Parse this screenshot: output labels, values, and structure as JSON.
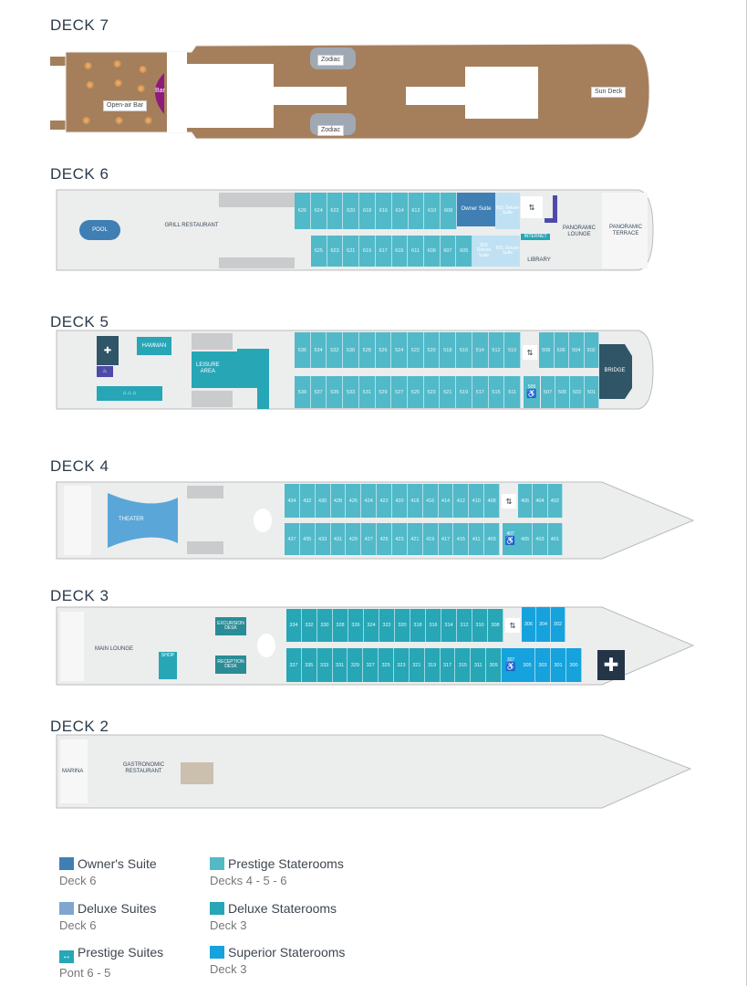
{
  "colors": {
    "owner": "#3f7fb4",
    "deluxe_suite": "#bfe1f3",
    "prestige": "#52b9c9",
    "deluxe_stateroom": "#27a6b6",
    "superior": "#16a2dc",
    "dark": "#2f5566",
    "wood": "#a57f5b"
  },
  "deck7": {
    "title": "DECK 7",
    "open_air_bar": "Open-air Bar",
    "bar": "Bar",
    "zodiac_top": "Zodiac",
    "zodiac_bottom": "Zodiac",
    "sun_deck": "Sun Deck"
  },
  "deck6": {
    "title": "DECK 6",
    "pool": "POOL",
    "grill": "GRILL RESTAURANT",
    "owner_suite": "Owner Suite",
    "suite_602": "602 Deluxe Suite",
    "suite_603": "603 Deluxe Suite",
    "suite_601": "601 Deluxe Suite",
    "internet": "INTERNET",
    "library": "LIBRARY",
    "lounge": "PANORAMIC LOUNGE",
    "terrace": "PANORAMIC TERRACE",
    "top": [
      "626",
      "624",
      "622",
      "620",
      "618",
      "616",
      "614",
      "612",
      "610",
      "608"
    ],
    "bottom": [
      "625",
      "623",
      "621",
      "619",
      "617",
      "615",
      "611",
      "609",
      "607",
      "605"
    ]
  },
  "deck5": {
    "title": "DECK 5",
    "hamman": "HAMMAN",
    "leisure": "LEISURE AREA",
    "bridge": "BRIDGE",
    "top_a": [
      "536",
      "534",
      "532",
      "530",
      "528",
      "526",
      "524",
      "522",
      "520",
      "518",
      "516",
      "514",
      "512",
      "510"
    ],
    "top_b": [
      "508",
      "506",
      "504",
      "502"
    ],
    "bottom_a": [
      "539",
      "537",
      "535",
      "533",
      "531",
      "529",
      "527",
      "525",
      "523",
      "521",
      "519",
      "517",
      "515",
      "511"
    ],
    "accessible": "509",
    "bottom_b": [
      "507",
      "505",
      "503",
      "501"
    ]
  },
  "deck4": {
    "title": "DECK 4",
    "theater": "THEATER",
    "top_a": [
      "434",
      "432",
      "430",
      "428",
      "426",
      "424",
      "422",
      "420",
      "418",
      "416",
      "414",
      "412",
      "410",
      "408"
    ],
    "top_b": [
      "406",
      "404",
      "402"
    ],
    "bottom_a": [
      "437",
      "435",
      "433",
      "431",
      "429",
      "427",
      "425",
      "423",
      "421",
      "419",
      "417",
      "415",
      "411",
      "409"
    ],
    "accessible": "407",
    "bottom_b": [
      "405",
      "403",
      "401"
    ]
  },
  "deck3": {
    "title": "DECK 3",
    "main_lounge": "MAIN LOUNGE",
    "shop": "SHOP",
    "excursion": "EXCURSION DESK",
    "reception": "RECEPTION DESK",
    "top_a": [
      "334",
      "332",
      "330",
      "328",
      "326",
      "324",
      "322",
      "320",
      "318",
      "316",
      "314",
      "312",
      "310",
      "308"
    ],
    "top_b": [
      "306",
      "304",
      "302"
    ],
    "bottom_a": [
      "337",
      "335",
      "333",
      "331",
      "329",
      "327",
      "325",
      "323",
      "321",
      "319",
      "317",
      "315",
      "311",
      "309"
    ],
    "accessible": "307",
    "bottom_b": [
      "305",
      "303",
      "301",
      "300"
    ]
  },
  "deck2": {
    "title": "DECK 2",
    "marina": "MARINA",
    "restaurant": "GASTRONOMIC RESTAURANT"
  },
  "legend": [
    {
      "name": "Owner's Suite",
      "sub": "Deck 6"
    },
    {
      "name": "Deluxe Suites",
      "sub": "Deck 6"
    },
    {
      "name": "Prestige Suites",
      "sub": "Pont 6 - 5"
    },
    {
      "name": "Prestige Staterooms",
      "sub": "Decks 4 - 5 - 6"
    },
    {
      "name": "Deluxe Staterooms",
      "sub": "Deck 3"
    },
    {
      "name": "Superior Staterooms",
      "sub": "Deck 3"
    }
  ]
}
